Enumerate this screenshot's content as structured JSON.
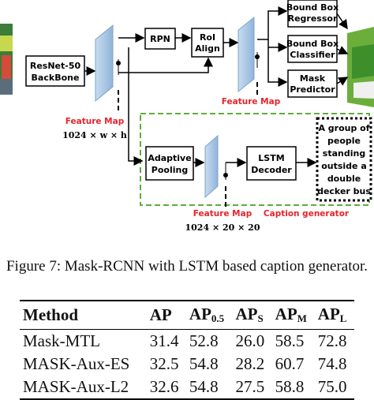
{
  "diagram": {
    "backbone": [
      "ResNet-50",
      "BackBone"
    ],
    "rpn": "RPN",
    "roi": [
      "RoI",
      "Align"
    ],
    "bbox_regressor": [
      "Bound Box",
      "Regressor"
    ],
    "bbox_classifier": [
      "Bound Box",
      "Classifier"
    ],
    "mask_predictor": [
      "Mask",
      "Predictor"
    ],
    "adaptive_pooling": [
      "Adaptive",
      "Pooling"
    ],
    "lstm_decoder": [
      "LSTM",
      "Decoder"
    ],
    "feature_map_label": "Feature Map",
    "dim_1": "1024 × w × h",
    "dim_2": "1024 × 20 × 20",
    "caption_generator_label": "Caption generator",
    "caption_output": [
      "A group of",
      "people",
      "standing",
      "outside a",
      "double",
      "decker bus"
    ]
  },
  "figure_caption": "Figure 7: Mask-RCNN with LSTM based caption generator.",
  "table": {
    "headers": [
      {
        "main": "Method",
        "sub": ""
      },
      {
        "main": "AP",
        "sub": ""
      },
      {
        "main": "AP",
        "sub": "0.5"
      },
      {
        "main": "AP",
        "sub": "S"
      },
      {
        "main": "AP",
        "sub": "M"
      },
      {
        "main": "AP",
        "sub": "L"
      }
    ],
    "rows": [
      [
        "Mask-MTL",
        "31.4",
        "52.8",
        "26.0",
        "58.5",
        "72.8"
      ],
      [
        "MASK-Aux-ES",
        "32.5",
        "54.8",
        "28.2",
        "60.7",
        "74.8"
      ],
      [
        "MASK-Aux-L2",
        "32.6",
        "54.8",
        "27.5",
        "58.8",
        "75.0"
      ]
    ]
  },
  "colors": {
    "feature_map_label": "#e8232a",
    "caption_box_border": "#5cae3c",
    "feature_map_fill": "#a9c8e6"
  }
}
